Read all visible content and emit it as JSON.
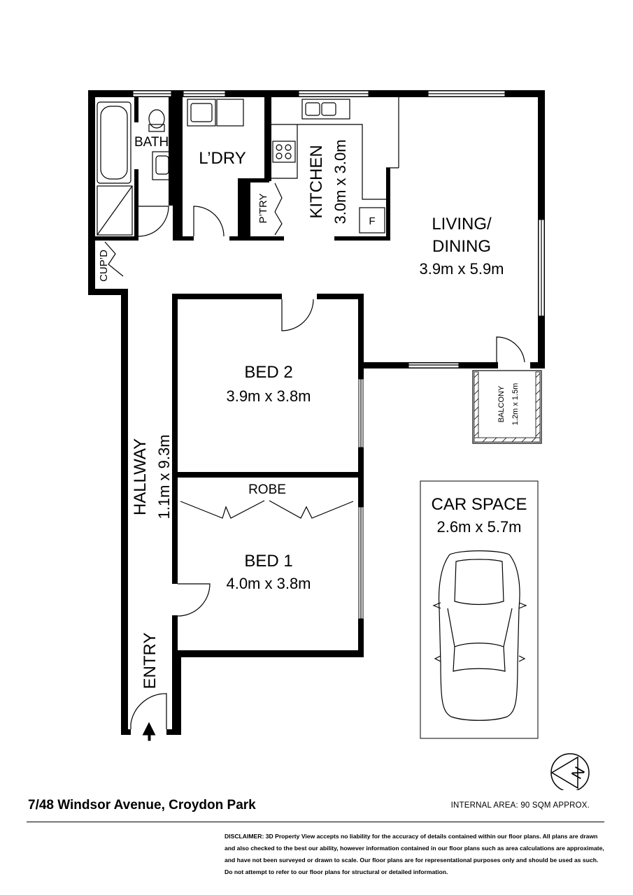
{
  "rooms": {
    "bath": "BATH",
    "laundry": "L’DRY",
    "pantry": "P’TRY",
    "cupboard": "CUP’D",
    "kitchen": {
      "name": "KITCHEN",
      "size": "3.0m x 3.0m"
    },
    "fridge": "F",
    "living": {
      "name_line1": "LIVING/",
      "name_line2": "DINING",
      "size": "3.9m x 5.9m"
    },
    "balcony": {
      "name": "BALCONY",
      "size": "1.2m x 1.5m"
    },
    "bed2": {
      "name": "BED 2",
      "size": "3.9m x 3.8m"
    },
    "robe": "ROBE",
    "bed1": {
      "name": "BED 1",
      "size": "4.0m x 3.8m"
    },
    "hallway": {
      "name": "HALLWAY",
      "size": "1.1m x 9.3m"
    },
    "entry": "ENTRY",
    "car_space": {
      "name": "CAR SPACE",
      "size": "2.6m x 5.7m"
    }
  },
  "compass": {
    "letter": "N"
  },
  "footer": {
    "address": "7/48 Windsor Avenue, Croydon Park",
    "internal_area": "INTERNAL AREA: 90 SQM APPROX.",
    "disclaimer": "DISCLAIMER: 3D Property View accepts no liability for the accuracy of details contained within our floor plans. All plans are drawn and also checked to the best our ability, however information contained in our floor plans such as area calculations are approximate, and have not been surveyed or drawn to scale. Our floor plans are for representational purposes only and should be used as such. Do not attempt to refer to our floor plans for structural or detailed information."
  }
}
